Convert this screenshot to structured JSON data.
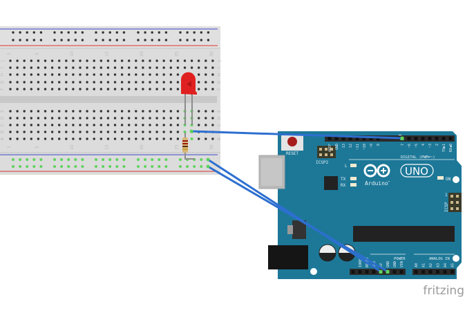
{
  "breadboard": {
    "column_labels": [
      "1",
      "5",
      "10",
      "15",
      "20",
      "25",
      "30"
    ],
    "top_rows": [
      "J",
      "I",
      "H",
      "G",
      "F"
    ],
    "bottom_rows": [
      "E",
      "D",
      "C",
      "B",
      "A"
    ],
    "colors": {
      "body": "#dcdcdc",
      "hole": "#333333",
      "connected_hole": "#5fd35f",
      "rail_red": "#d9322b",
      "rail_blue": "#3b49c9"
    }
  },
  "components": {
    "led": {
      "color": "#e02020"
    },
    "resistor": {
      "band_colors": [
        "#9a1b12",
        "#9a1b12",
        "#5a2d0c",
        "#c9a23a"
      ]
    },
    "wire_color": "#2d6fd0"
  },
  "arduino": {
    "board_color": "#1d7898",
    "reset_label": "RESET",
    "icsp2_label": "ICSP2",
    "digital_pins": [
      "AREF",
      "GND",
      "13",
      "12",
      "~11",
      "~10",
      "~9",
      "8",
      "7",
      "~6",
      "~5",
      "4",
      "~3",
      "2",
      "TX▶1",
      "RX◀0"
    ],
    "digital_header_label": "DIGITAL (PWM=~)",
    "led_labels": {
      "l": "L",
      "tx": "TX",
      "rx": "RX",
      "on": "ON"
    },
    "logo_text": "Arduino",
    "logo_trademark": "™",
    "model": "UNO",
    "icsp_label": "ICSP",
    "icsp_pin1": "1",
    "power_label": "POWER",
    "power_pins": [
      "IOREF",
      "RESET",
      "3V3",
      "5V",
      "GND",
      "GND",
      "VIN"
    ],
    "analog_label": "ANALOG IN",
    "analog_pins": [
      "A0",
      "A1",
      "A2",
      "A3",
      "A4",
      "A5"
    ]
  },
  "watermark": "fritzing"
}
